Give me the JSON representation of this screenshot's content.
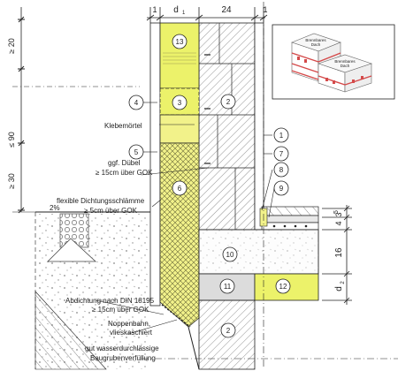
{
  "dimensions": {
    "top": [
      "1",
      "d",
      "1",
      "24",
      "1"
    ],
    "left_vertical": [
      "≥ 20",
      "≤ 90",
      "≥ 30"
    ],
    "right_vertical": [
      "3",
      "4",
      "5",
      "16",
      "d",
      "2"
    ]
  },
  "callouts": {
    "c1": "1",
    "c2a": "2",
    "c2b": "2",
    "c3": "3",
    "c4": "4",
    "c5": "5",
    "c6": "6",
    "c7": "7",
    "c8": "8",
    "c9": "9",
    "c10": "10",
    "c11": "11",
    "c12": "12",
    "c13": "13"
  },
  "annotations": {
    "klebemoertel": "Klebemörtel",
    "duebel_1": "ggf. Dübel",
    "duebel_2": "≥ 15cm über GOK",
    "schlaemme_1": "flexible Dichtungsschlämme",
    "schlaemme_2": "≥ 5cm über GOK",
    "slope": "2%",
    "abdichtung_1": "Abdichtung nach DIN 18195",
    "abdichtung_2": "≥ 15cm über GOK",
    "noppen_1": "Noppenbahn,",
    "noppen_2": "vlieskaschiert",
    "verfuellung_1": "gut wasserdurchlässige",
    "verfuellung_2": "Baugrubenverfüllung"
  },
  "inset": {
    "label_1a": "Brennbares",
    "label_1b": "Dach",
    "label_2a": "Brennbares",
    "label_2b": "Dach"
  },
  "colors": {
    "insulation": "#f2f28a",
    "insulation_bright": "#ecf26a",
    "line": "#222222",
    "inset_red": "#d44a4a"
  }
}
